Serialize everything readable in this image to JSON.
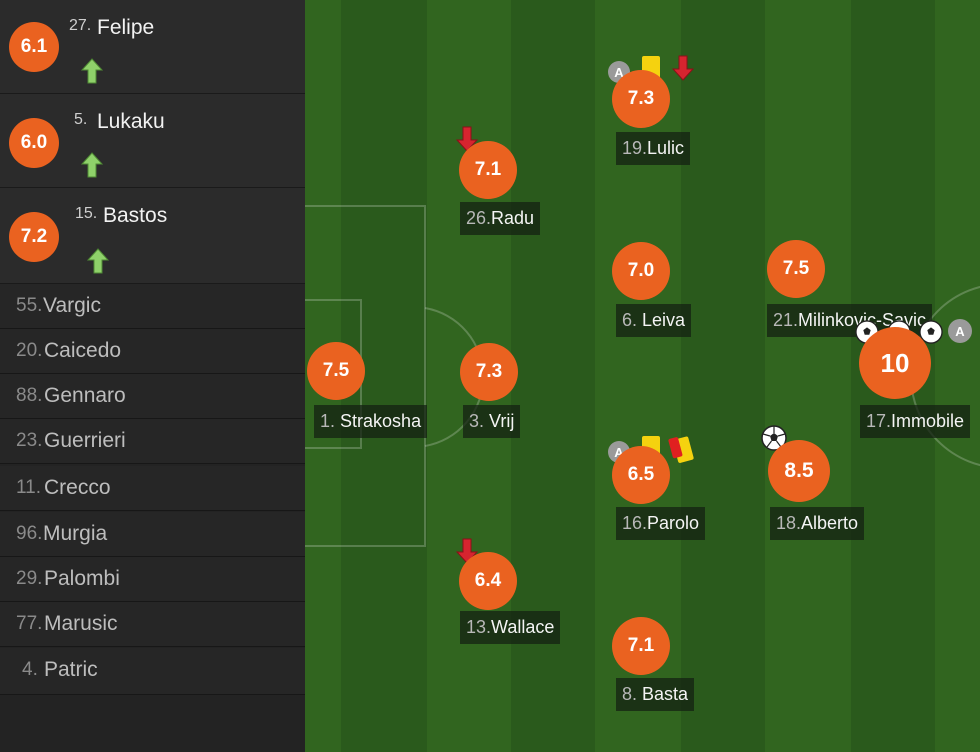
{
  "substitutes_in": [
    {
      "rating": "6.1",
      "number": "27.",
      "name": "Felipe",
      "icon": "sub-in-arrow-icon"
    },
    {
      "rating": "6.0",
      "number": "5.",
      "name": "Lukaku",
      "icon": "sub-in-arrow-icon"
    },
    {
      "rating": "7.2",
      "number": "15.",
      "name": "Bastos",
      "icon": "sub-in-arrow-icon"
    }
  ],
  "bench": [
    {
      "number": "55.",
      "name": "Vargic"
    },
    {
      "number": "20.",
      "name": "Caicedo"
    },
    {
      "number": "88.",
      "name": "Gennaro"
    },
    {
      "number": "23.",
      "name": "Guerrieri"
    },
    {
      "number": "11.",
      "name": "Crecco"
    },
    {
      "number": "96.",
      "name": "Murgia"
    },
    {
      "number": "29.",
      "name": "Palombi"
    },
    {
      "number": "77.",
      "name": "Marusic"
    },
    {
      "number": "4.",
      "name": "Patric"
    }
  ],
  "players": [
    {
      "key": "strakosha",
      "rating": "7.5",
      "number": "1.",
      "name": "Strakosha"
    },
    {
      "key": "radu",
      "rating": "7.1",
      "number": "26.",
      "name": "Radu",
      "events": [
        "sub-out-arrow-icon"
      ]
    },
    {
      "key": "vrij",
      "rating": "7.3",
      "number": "3.",
      "name": "Vrij"
    },
    {
      "key": "wallace",
      "rating": "6.4",
      "number": "13.",
      "name": "Wallace",
      "events": [
        "sub-out-arrow-icon"
      ]
    },
    {
      "key": "lulic",
      "rating": "7.3",
      "number": "19.",
      "name": "Lulic",
      "events": [
        "assist-icon",
        "yellow-card-icon",
        "sub-out-arrow-icon"
      ]
    },
    {
      "key": "leiva",
      "rating": "7.0",
      "number": "6.",
      "name": "Leiva"
    },
    {
      "key": "parolo",
      "rating": "6.5",
      "number": "16.",
      "name": "Parolo",
      "events": [
        "assist-icon",
        "yellow-card-icon",
        "red-card-icon"
      ]
    },
    {
      "key": "basta",
      "rating": "7.1",
      "number": "8.",
      "name": "Basta"
    },
    {
      "key": "milinkovic",
      "rating": "7.5",
      "number": "21.",
      "name": "Milinkovic-Savic"
    },
    {
      "key": "alberto",
      "rating": "8.5",
      "number": "18.",
      "name": "Alberto",
      "events": [
        "goal-icon"
      ]
    },
    {
      "key": "immobile",
      "rating": "10",
      "number": "17.",
      "name": "Immobile",
      "events": [
        "goal-icon",
        "goal-icon",
        "goal-icon",
        "assist-icon"
      ]
    }
  ],
  "icons": {
    "assist": "A"
  },
  "colors": {
    "rating": "#ea6220",
    "pitch_dark": "#2a5a1c",
    "pitch_light": "#356a24",
    "sub_in": "#8fd16a",
    "sub_out": "#d6242f",
    "yellow": "#f5d20f",
    "red": "#e02020"
  }
}
